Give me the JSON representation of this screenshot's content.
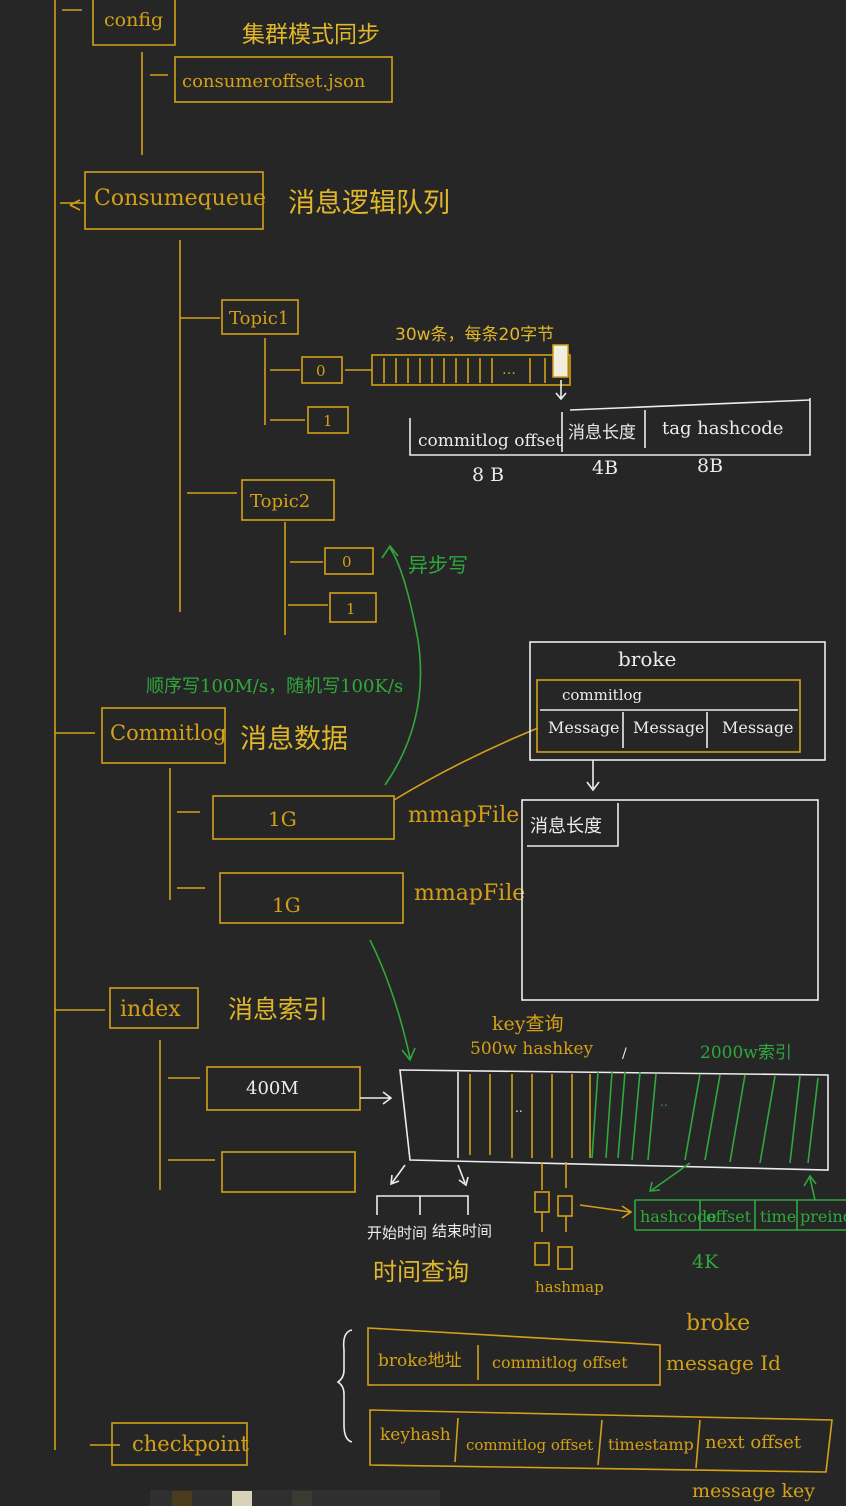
{
  "colors": {
    "background": "#262626",
    "yellow": "#d4a017",
    "white": "#ececec",
    "green": "#2fa83c"
  },
  "tree": {
    "config": {
      "label": "config",
      "note": "集群模式同步",
      "file": "consumeroffset.json"
    },
    "consumequeue": {
      "label": "Consumequeue",
      "note": "消息逻辑队列",
      "topic1": {
        "label": "Topic1",
        "q0": "0",
        "q1": "1"
      },
      "topic2": {
        "label": "Topic2",
        "q0": "0",
        "q1": "1"
      },
      "entry_note": "30w条，每条20字节",
      "entry_dots": "…",
      "entry_fields": [
        {
          "name": "commitlog offset",
          "size": "8 B"
        },
        {
          "name": "消息长度",
          "size": "4B"
        },
        {
          "name": "tag hashcode",
          "size": "8B"
        }
      ],
      "write_note": "异步写"
    },
    "commitlog": {
      "label": "Commitlog",
      "note": "消息数据",
      "speed_note": "顺序写100M/s，随机写100K/s",
      "files": [
        "1G",
        "1G"
      ],
      "mmap": [
        "mmapFile",
        "mmapFile"
      ],
      "broker": {
        "title": "broke",
        "commitlog": "commitlog",
        "messages": [
          "Message",
          "Message",
          "Message"
        ],
        "msg_len": "消息长度"
      }
    },
    "index": {
      "label": "index",
      "note": "消息索引",
      "file": "400M",
      "key_query": "key查询",
      "hash_slots": "500w hashkey",
      "index_count": "2000w索引",
      "dots": "..",
      "tick": "/",
      "header_start": "开始时间",
      "header_end": "结束时间",
      "time_query": "时间查询",
      "hashmap": "hashmap",
      "entry_fields": [
        "hashcode",
        "offset",
        "time",
        "preindex"
      ],
      "entry_size": "4K"
    },
    "checkpoint": {
      "label": "checkpoint",
      "broker_label": "broke",
      "msg_id": "message Id",
      "id_fields": [
        "broke地址",
        "commitlog offset"
      ],
      "key_fields": [
        "keyhash",
        "commitlog offset",
        "timestamp",
        "next offset"
      ],
      "msg_key": "message key"
    }
  }
}
